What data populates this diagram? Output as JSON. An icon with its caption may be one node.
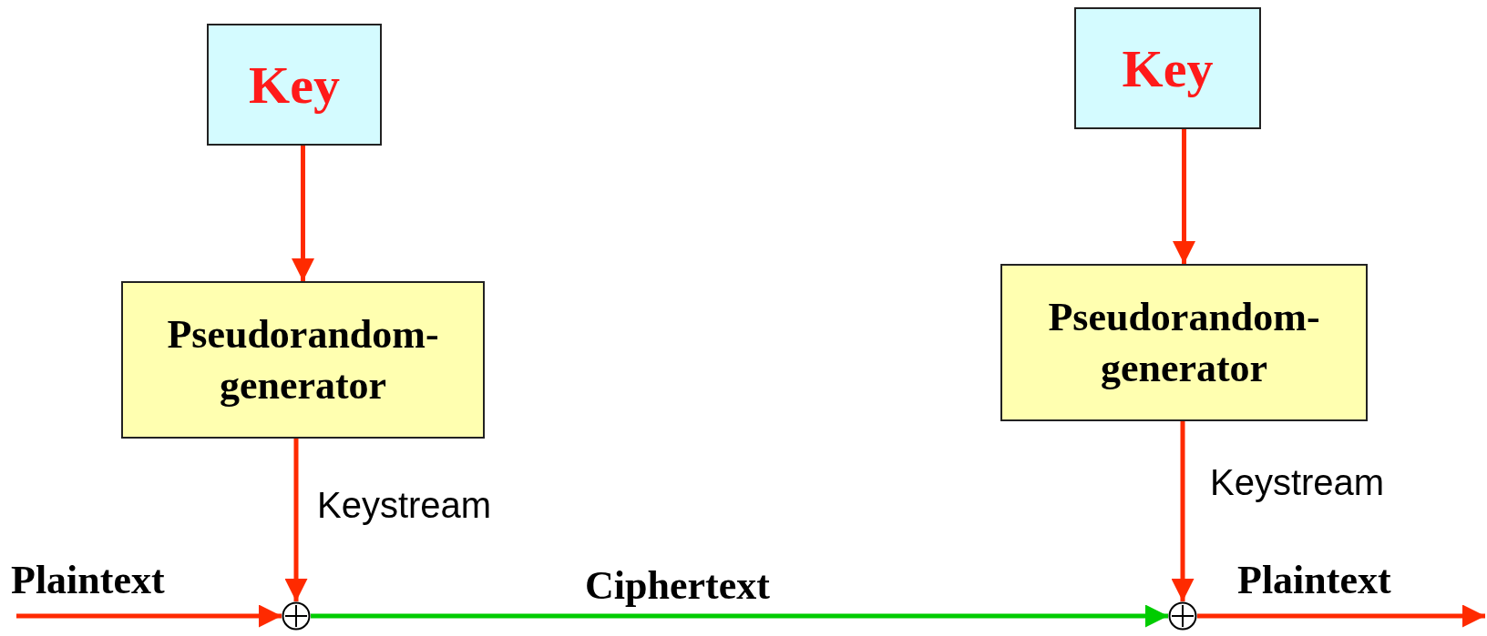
{
  "diagram": {
    "nodes": [
      {
        "text": [
          "Key"
        ]
      },
      {
        "text": [
          "Pseudorandom- generator"
        ]
      },
      {
        "text": [],
        "shape": "circle"
      },
      {
        "text": [
          "Key"
        ]
      },
      {
        "text": [
          "Pseudorandom- generator"
        ]
      },
      {
        "text": [],
        "shape": "circle"
      }
    ],
    "edges": [
      {
        "from": 0,
        "to": 1,
        "arrow": "to"
      },
      {
        "from": 1,
        "to": 2,
        "arrow": "to",
        "label": "Keystream"
      },
      {
        "from": null,
        "to": 2,
        "arrow": "to",
        "label": "Plaintext"
      },
      {
        "from": 2,
        "to": 5,
        "arrow": "to",
        "label": "Ciphertext",
        "color": "#00cc00"
      },
      {
        "from": 3,
        "to": 4,
        "arrow": "to"
      },
      {
        "from": 4,
        "to": 5,
        "arrow": "to",
        "label": "Keystream"
      },
      {
        "from": 5,
        "to": null,
        "arrow": "to",
        "label": "Plaintext"
      }
    ]
  }
}
